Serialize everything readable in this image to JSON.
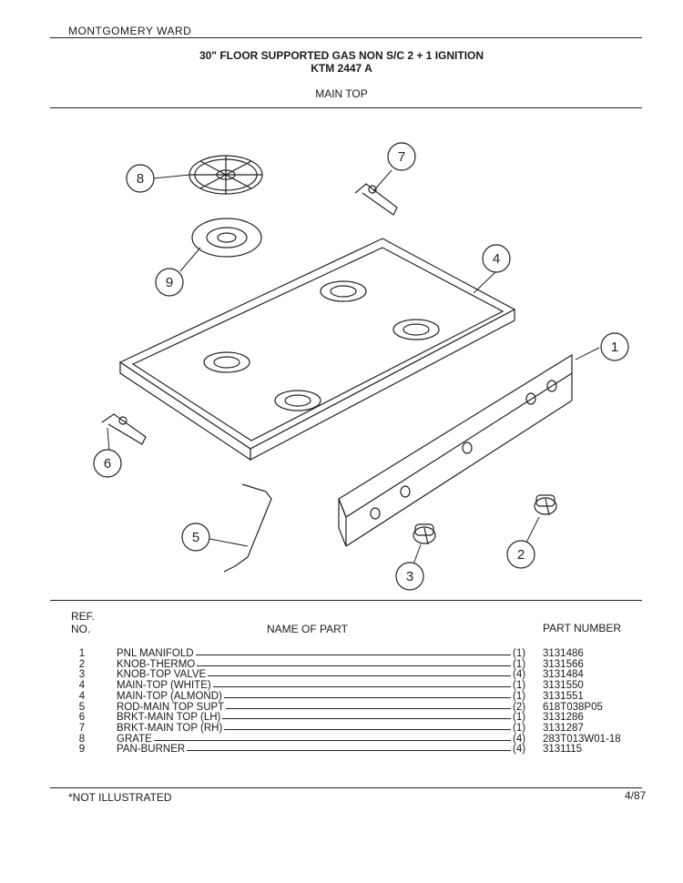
{
  "header": {
    "brand": "MONTGOMERY WARD",
    "title_line1": "30\" FLOOR SUPPORTED GAS NON S/C 2 + 1 IGNITION",
    "title_line2": "KTM 2447 A",
    "section": "MAIN TOP"
  },
  "diagram": {
    "callouts": [
      "1",
      "2",
      "3",
      "4",
      "5",
      "6",
      "7",
      "8",
      "9"
    ]
  },
  "table": {
    "col_ref_line1": "REF.",
    "col_ref_line2": "NO.",
    "col_name": "NAME OF PART",
    "col_part": "PART NUMBER",
    "rows": [
      {
        "ref": "1",
        "name": "PNL MANIFOLD",
        "qty": "(1)",
        "part": "3131486"
      },
      {
        "ref": "2",
        "name": "KNOB-THERMO",
        "qty": "(1)",
        "part": "3131566"
      },
      {
        "ref": "3",
        "name": "KNOB-TOP VALVE",
        "qty": "(4)",
        "part": "3131484"
      },
      {
        "ref": "4",
        "name": "MAIN-TOP (WHITE)",
        "qty": "(1)",
        "part": "3131550"
      },
      {
        "ref": "4",
        "name": "MAIN-TOP (ALMOND)",
        "qty": "(1)",
        "part": "3131551"
      },
      {
        "ref": "5",
        "name": "ROD-MAIN TOP SUPT",
        "qty": "(2)",
        "part": "618T038P05"
      },
      {
        "ref": "6",
        "name": "BRKT-MAIN TOP (LH)",
        "qty": "(1)",
        "part": "3131286"
      },
      {
        "ref": "7",
        "name": "BRKT-MAIN TOP (RH)",
        "qty": "(1)",
        "part": "3131287"
      },
      {
        "ref": "8",
        "name": "GRATE",
        "qty": "(4)",
        "part": "283T013W01-18"
      },
      {
        "ref": "9",
        "name": "PAN-BURNER",
        "qty": "(4)",
        "part": "3131115"
      }
    ]
  },
  "footer": {
    "note": "*NOT ILLUSTRATED",
    "date": "4/87"
  }
}
